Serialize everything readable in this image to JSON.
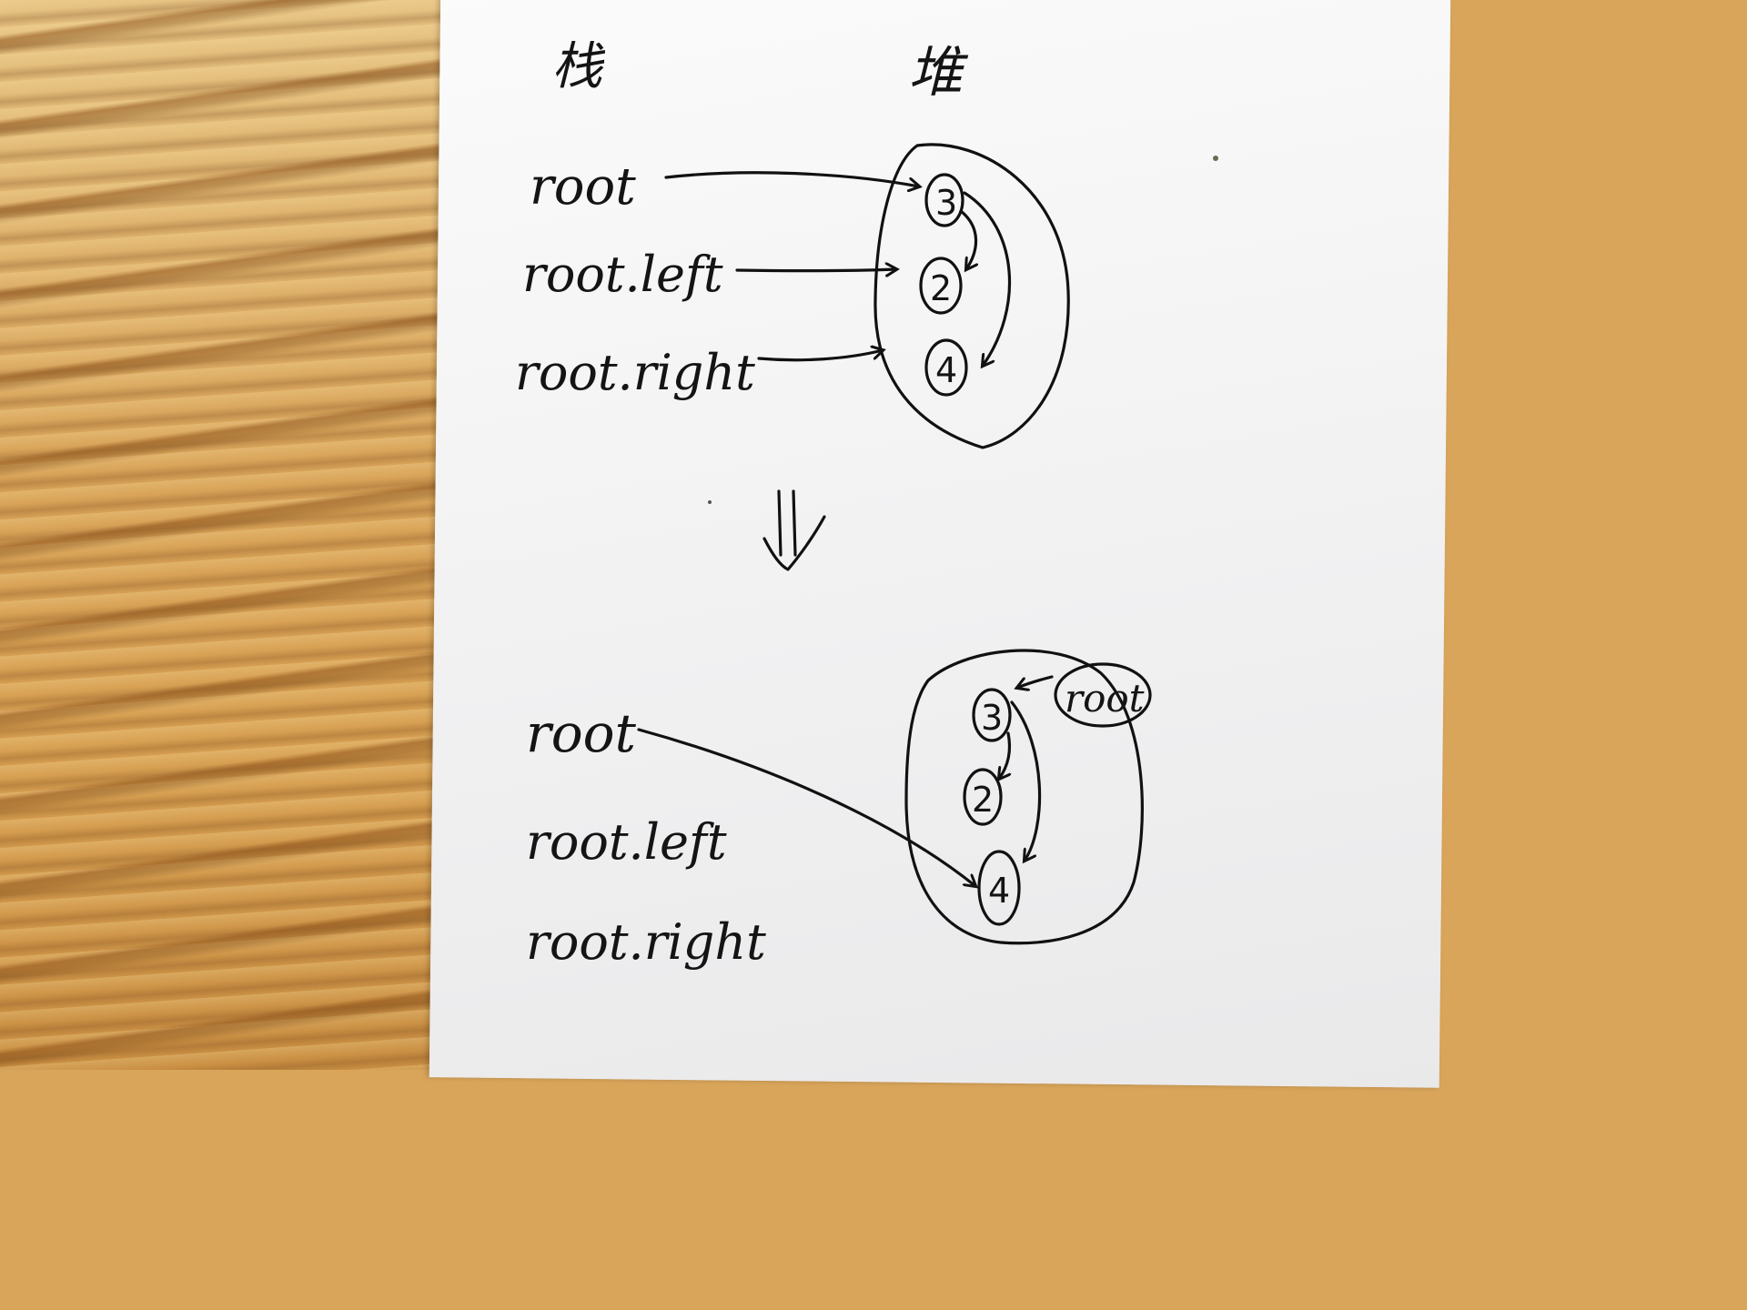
{
  "headings": {
    "stack": "栈",
    "heap": "堆"
  },
  "top_diagram": {
    "stack_labels": [
      "root",
      "root.left",
      "root.right"
    ],
    "nodes": [
      "3",
      "2",
      "4"
    ]
  },
  "transition_arrow": "down-double-arrow",
  "bottom_diagram": {
    "stack_labels": [
      "root",
      "root.left",
      "root.right"
    ],
    "nodes": [
      "3",
      "2",
      "4"
    ],
    "root_bubble": "root"
  }
}
